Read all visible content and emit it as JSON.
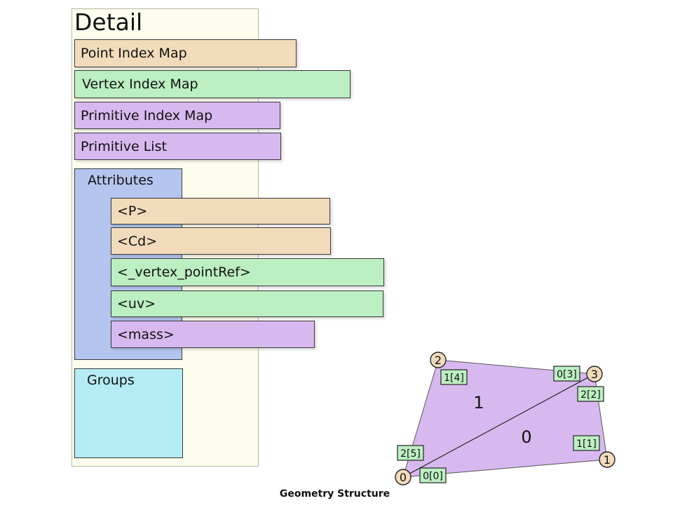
{
  "detail": {
    "title": "Detail",
    "point_index_map": "Point Index Map",
    "vertex_index_map": "Vertex Index Map",
    "primitive_index_map": "Primitive Index Map",
    "primitive_list": "Primitive List"
  },
  "attributes": {
    "label": "Attributes",
    "items": [
      "<P>",
      "<Cd>",
      "<_vertex_pointRef>",
      "<uv>",
      "<mass>"
    ]
  },
  "groups": {
    "label": "Groups"
  },
  "geometry": {
    "points": [
      "0",
      "1",
      "2",
      "3"
    ],
    "vertex_labels": [
      "0[0]",
      "1[1]",
      "2[2]",
      "0[3]",
      "1[4]",
      "2[5]"
    ],
    "primitive_labels": [
      "0",
      "1"
    ]
  },
  "caption": "Geometry Structure",
  "colors": {
    "point_attr": "#f2dbbb",
    "vertex_attr": "#bcefc2",
    "primitive_attr": "#d8b9ef",
    "attributes_bg": "#b4c6ef",
    "groups_bg": "#b5ebf5",
    "detail_bg": "#fdfdee"
  }
}
